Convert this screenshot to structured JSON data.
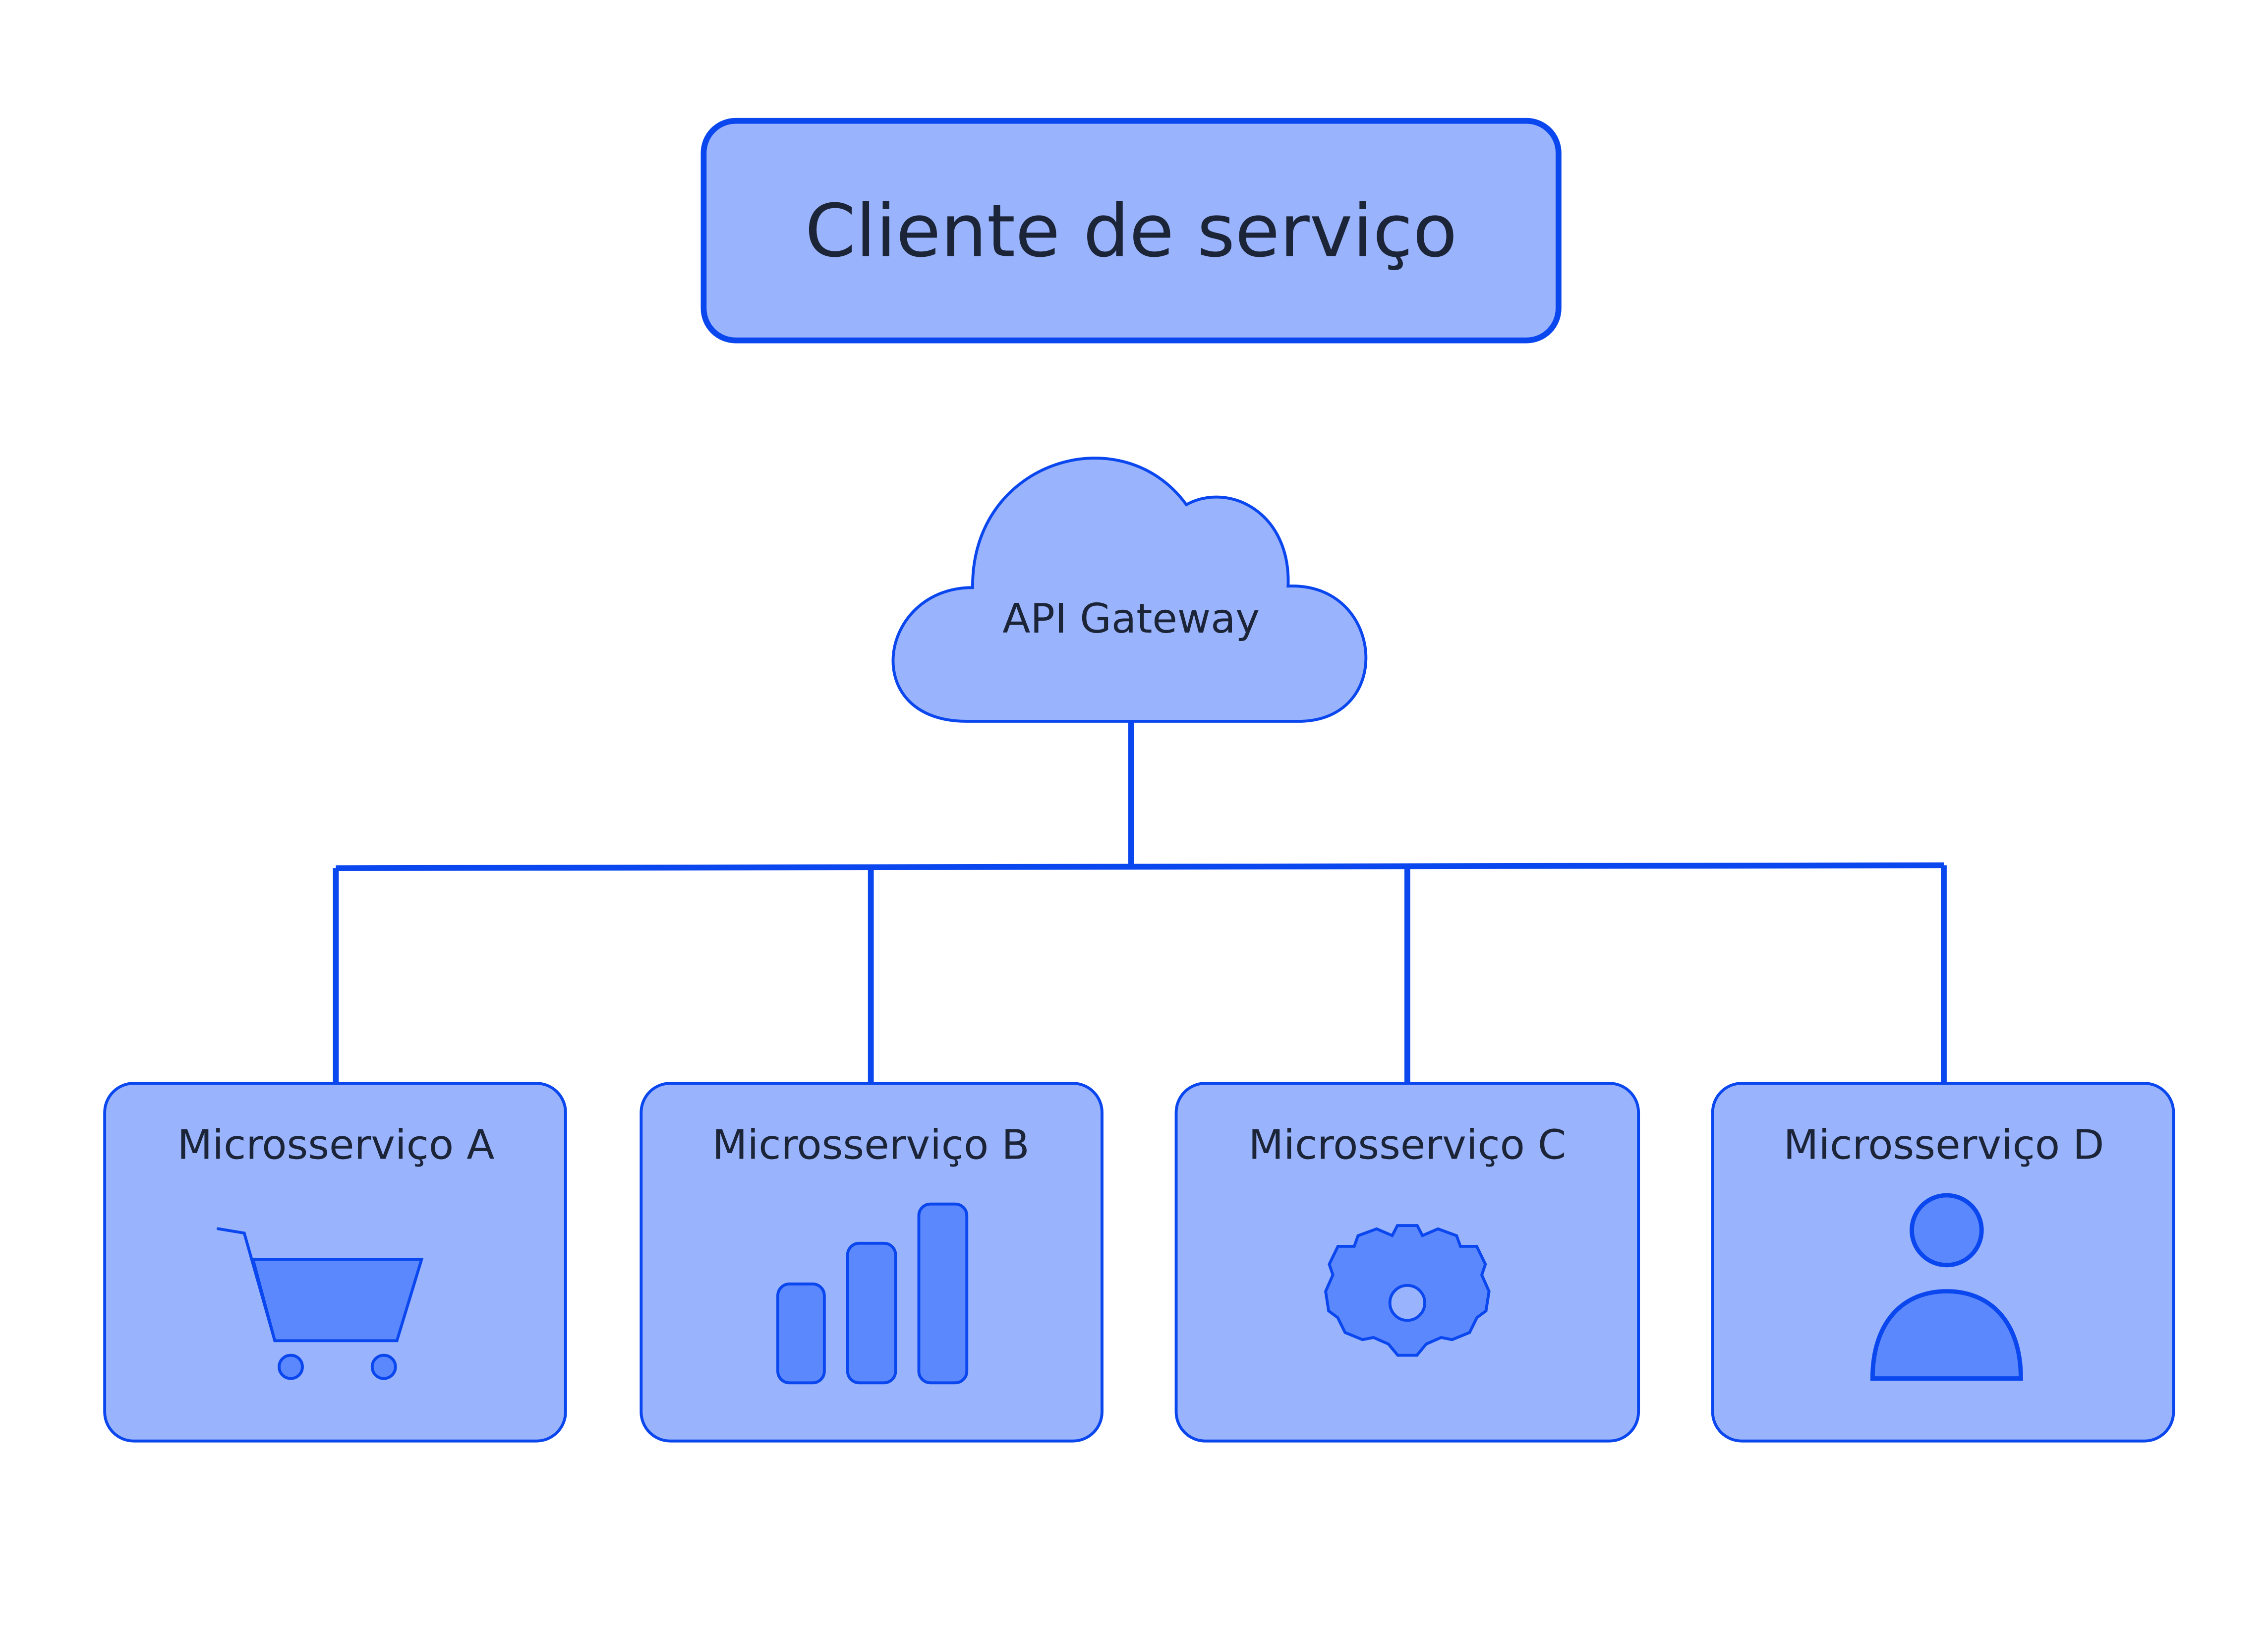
{
  "colors": {
    "background": "#ffffff",
    "box_fill": "#99b3fd",
    "border": "#0b47ee",
    "icon_fill": "#5c88fe",
    "text": "#1c2437"
  },
  "client": {
    "label": "Cliente de serviço"
  },
  "gateway": {
    "label": "API Gateway",
    "icon": "cloud-icon"
  },
  "microservices": [
    {
      "label": "Microsserviço A",
      "icon": "shopping-cart-icon"
    },
    {
      "label": "Microsserviço B",
      "icon": "bar-chart-icon"
    },
    {
      "label": "Microsserviço C",
      "icon": "gear-icon"
    },
    {
      "label": "Microsserviço D",
      "icon": "user-icon"
    }
  ]
}
